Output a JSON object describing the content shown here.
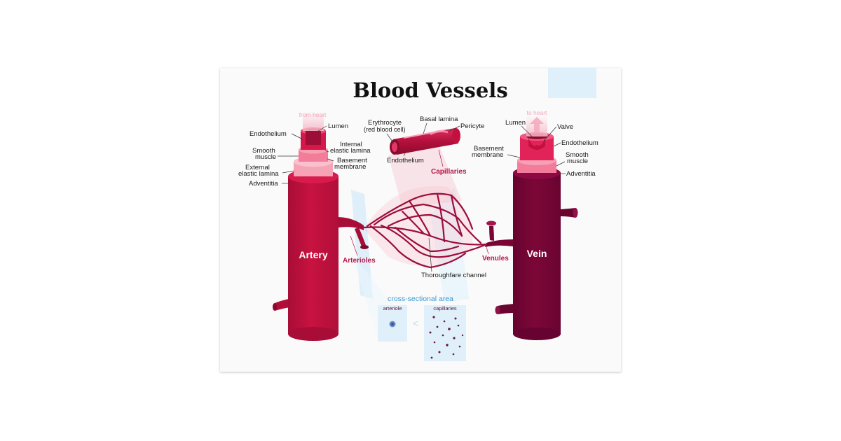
{
  "title": "Blood Vessels",
  "artery": {
    "name": "Artery",
    "flow_label": "from heart",
    "labels": {
      "lumen": "Lumen",
      "endothelium": "Endothelium",
      "smooth_muscle_1": "Smooth",
      "smooth_muscle_2": "muscle",
      "internal_elastic_1": "Internal",
      "internal_elastic_2": "elastic lamina",
      "basement_1": "Basement",
      "basement_2": "membrane",
      "external_elastic_1": "External",
      "external_elastic_2": "elastic lamina",
      "adventitia": "Adventitia"
    }
  },
  "capillary": {
    "erythrocyte_1": "Erythrocyte",
    "erythrocyte_2": "(red blood cell)",
    "basal_lamina": "Basal lamina",
    "pericyte": "Pericyte",
    "endothelium": "Endothelium",
    "capillaries": "Capillaries"
  },
  "vein": {
    "name": "Vein",
    "flow_label": "to heart",
    "labels": {
      "lumen": "Lumen",
      "valve": "Valve",
      "basement_1": "Basement",
      "basement_2": "membrane",
      "endothelium": "Endothelium",
      "smooth_muscle_1": "Smooth",
      "smooth_muscle_2": "muscle",
      "adventitia": "Adventitia"
    }
  },
  "network": {
    "arterioles": "Arterioles",
    "venules": "Venules",
    "thoroughfare": "Thoroughfare channel"
  },
  "cross_section": {
    "heading": "cross-sectional area",
    "arteriole": "arteriole",
    "capillaries": "capillaries",
    "comparator": "<"
  },
  "colors": {
    "artery": "#c4103f",
    "artery_dark": "#a00c33",
    "vein": "#7a0535",
    "vein_dark": "#5e0428",
    "ring_pink": "#f27c9a",
    "accent_text": "#b5164b",
    "panel_blue": "#dff0fb",
    "heading_blue": "#3c97cf"
  }
}
